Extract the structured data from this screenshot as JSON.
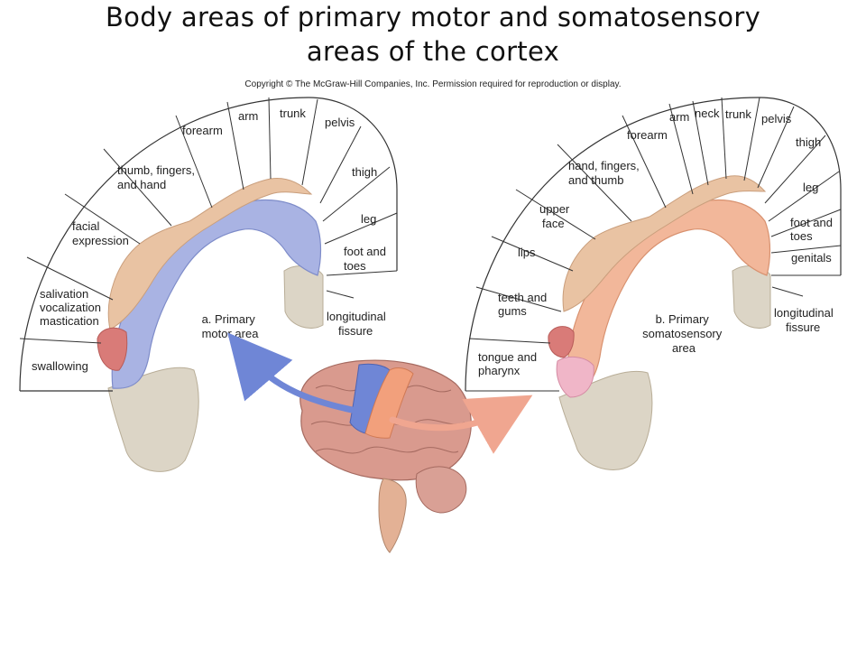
{
  "title": {
    "line1": "Body areas of primary motor and somatosensory",
    "line2": "areas of the cortex"
  },
  "copyright": "Copyright © The McGraw-Hill Companies, Inc. Permission required for reproduction or display.",
  "motor": {
    "caption": [
      "a. Primary",
      "motor area"
    ],
    "fissure": [
      "longitudinal",
      "fissure"
    ],
    "labels": [
      [
        "swallowing"
      ],
      [
        "salivation",
        "vocalization",
        "mastication"
      ],
      [
        "facial",
        "expression"
      ],
      [
        "thumb, fingers,",
        "and hand"
      ],
      [
        "forearm"
      ],
      [
        "arm"
      ],
      [
        "trunk"
      ],
      [
        "pelvis"
      ],
      [
        "thigh"
      ],
      [
        "leg"
      ],
      [
        "foot and",
        "toes"
      ]
    ]
  },
  "sensory": {
    "caption": [
      "b. Primary",
      "somatosensory",
      "area"
    ],
    "fissure": [
      "longitudinal",
      "fissure"
    ],
    "labels": [
      [
        "tongue and",
        "pharynx"
      ],
      [
        "teeth and",
        "gums"
      ],
      [
        "lips"
      ],
      [
        "upper",
        "face"
      ],
      [
        "hand, fingers,",
        "and thumb"
      ],
      [
        "forearm"
      ],
      [
        "arm"
      ],
      [
        "neck"
      ],
      [
        "trunk"
      ],
      [
        "pelvis"
      ],
      [
        "thigh"
      ],
      [
        "leg"
      ],
      [
        "foot and",
        "toes"
      ],
      [
        "genitals"
      ]
    ]
  },
  "colors": {
    "motor_cortex": "#a9b3e3",
    "sensory_cortex": "#f2b79a",
    "brain": "#d99a8e",
    "bone": "#dcd5c6",
    "skin": "#e9c3a3"
  }
}
